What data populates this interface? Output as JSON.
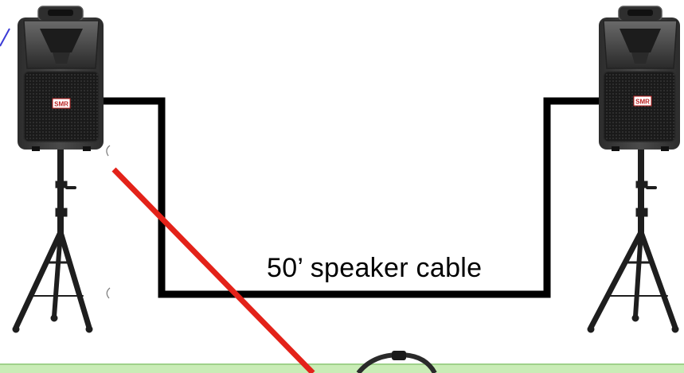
{
  "diagram": {
    "cable_label": "50’ speaker cable",
    "left_speaker": {
      "badge_text": "SMR"
    },
    "right_speaker": {
      "badge_text": "SMR"
    },
    "colors": {
      "cable": "#000000",
      "red_line": "#e32219",
      "floor": "#c9ecb6",
      "speaker_body": "#3a3a3a",
      "stand": "#1e1e1e"
    },
    "icons": [
      "speaker-icon",
      "tripod-stand-icon",
      "cable-icon"
    ]
  }
}
